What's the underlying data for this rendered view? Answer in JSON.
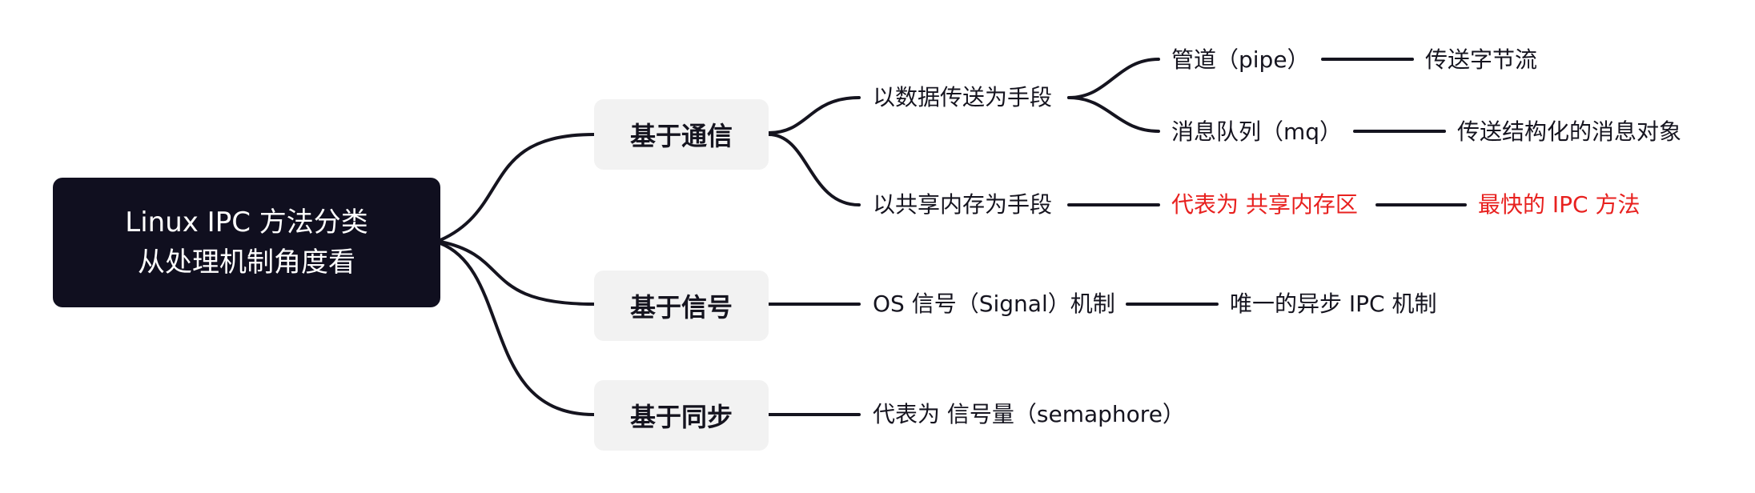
{
  "root": {
    "line1": "Linux IPC 方法分类",
    "line2": "从处理机制角度看"
  },
  "branches": {
    "communication": {
      "label": "基于通信",
      "data_transfer": {
        "label": "以数据传送为手段",
        "pipe": {
          "label": "管道（pipe）",
          "detail": "传送字节流"
        },
        "mq": {
          "label": "消息队列（mq）",
          "detail": "传送结构化的消息对象"
        }
      },
      "shared_memory": {
        "label": "以共享内存为手段",
        "representative": "代表为 共享内存区",
        "note": "最快的 IPC 方法"
      }
    },
    "signal": {
      "label": "基于信号",
      "mechanism": "OS 信号（Signal）机制",
      "note": "唯一的异步 IPC 机制"
    },
    "sync": {
      "label": "基于同步",
      "representative": "代表为 信号量（semaphore）"
    }
  },
  "colors": {
    "root_bg": "#100f1f",
    "node_bg": "#f2f2f2",
    "line": "#15141f",
    "text": "#15141f",
    "highlight": "#e8211f"
  }
}
